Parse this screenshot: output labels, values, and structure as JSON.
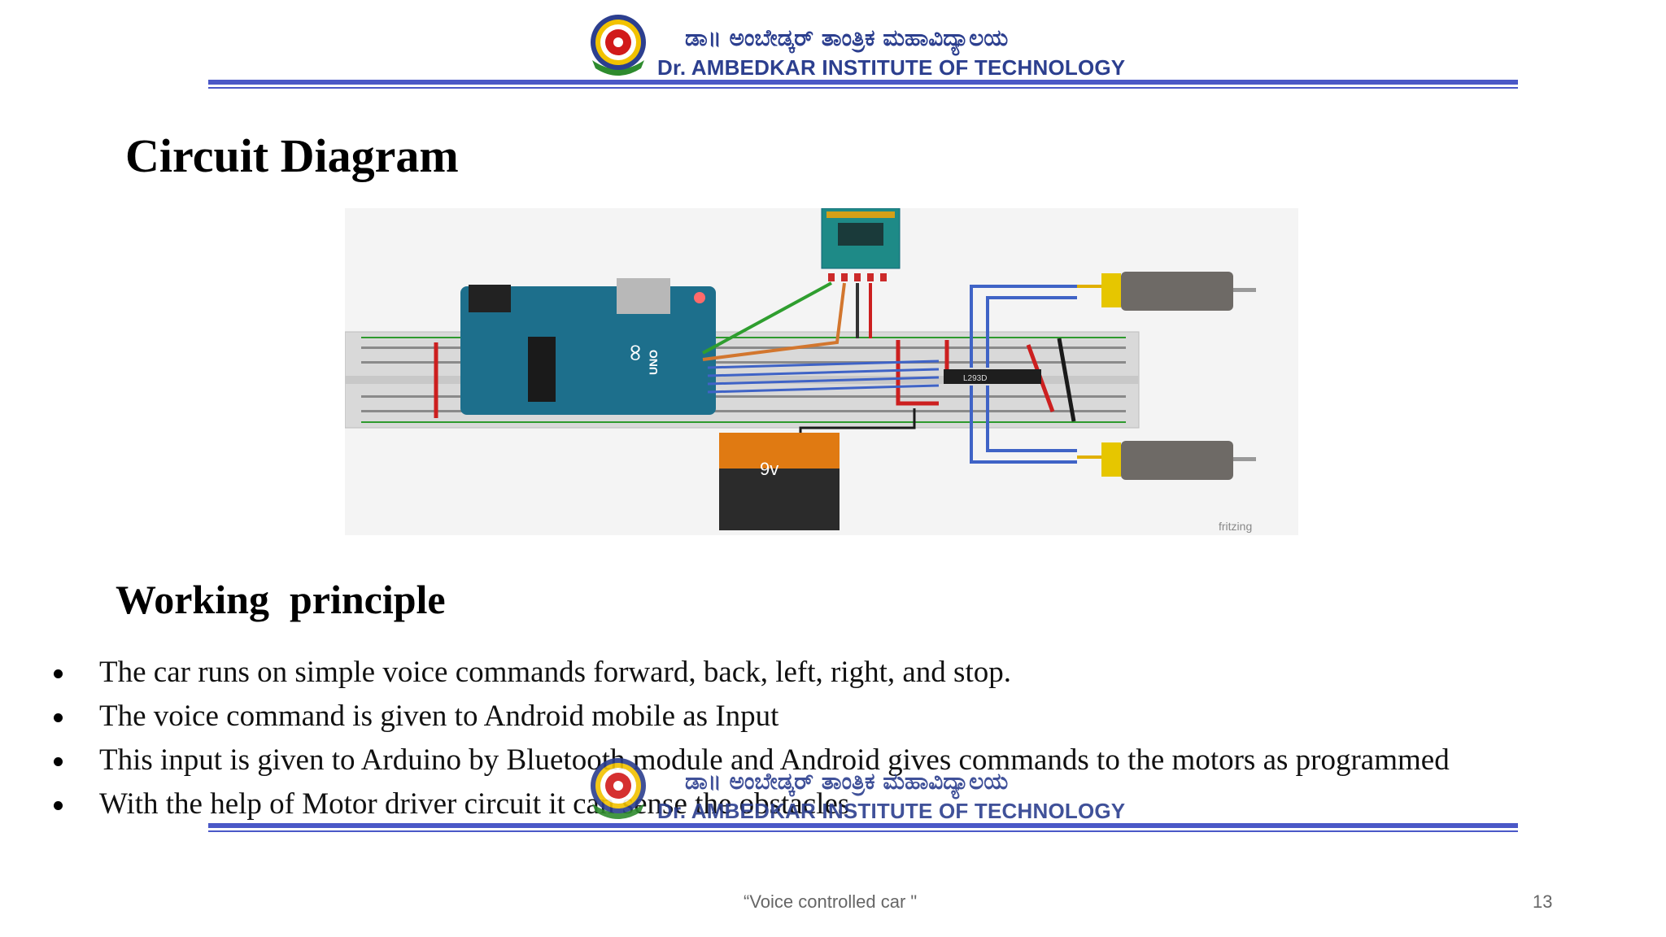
{
  "header": {
    "kannada_name": "ಡಾ॥ ಅಂಬೇಡ್ಕರ್ ತಾಂತ್ರಿಕ ಮಹಾವಿದ್ಯಾಲಯ",
    "english_name": "Dr. AMBEDKAR INSTITUTE OF TECHNOLOGY",
    "logo_icon": "institute-seal-logo",
    "rule_color": "#4a58c7",
    "text_color": "#2c3f8f"
  },
  "section1": {
    "title": "Circuit Diagram"
  },
  "diagram": {
    "battery_label": "9v",
    "driver_chip_label": "L293D",
    "watermark": "fritzing",
    "arduino_logo": "∞",
    "arduino_label": "UNO"
  },
  "section2": {
    "title": "Working  principle",
    "bullets": [
      "The car runs on simple voice commands forward, back, left, right, and stop.",
      "The voice command is given to Android mobile as Input",
      "This input is given to Arduino by Bluetooth module and Android gives commands to the motors as programmed",
      "With the help of Motor driver circuit it can sense the obstacles"
    ]
  },
  "footer": {
    "caption": "“Voice controlled car \"",
    "page_number": "13"
  }
}
